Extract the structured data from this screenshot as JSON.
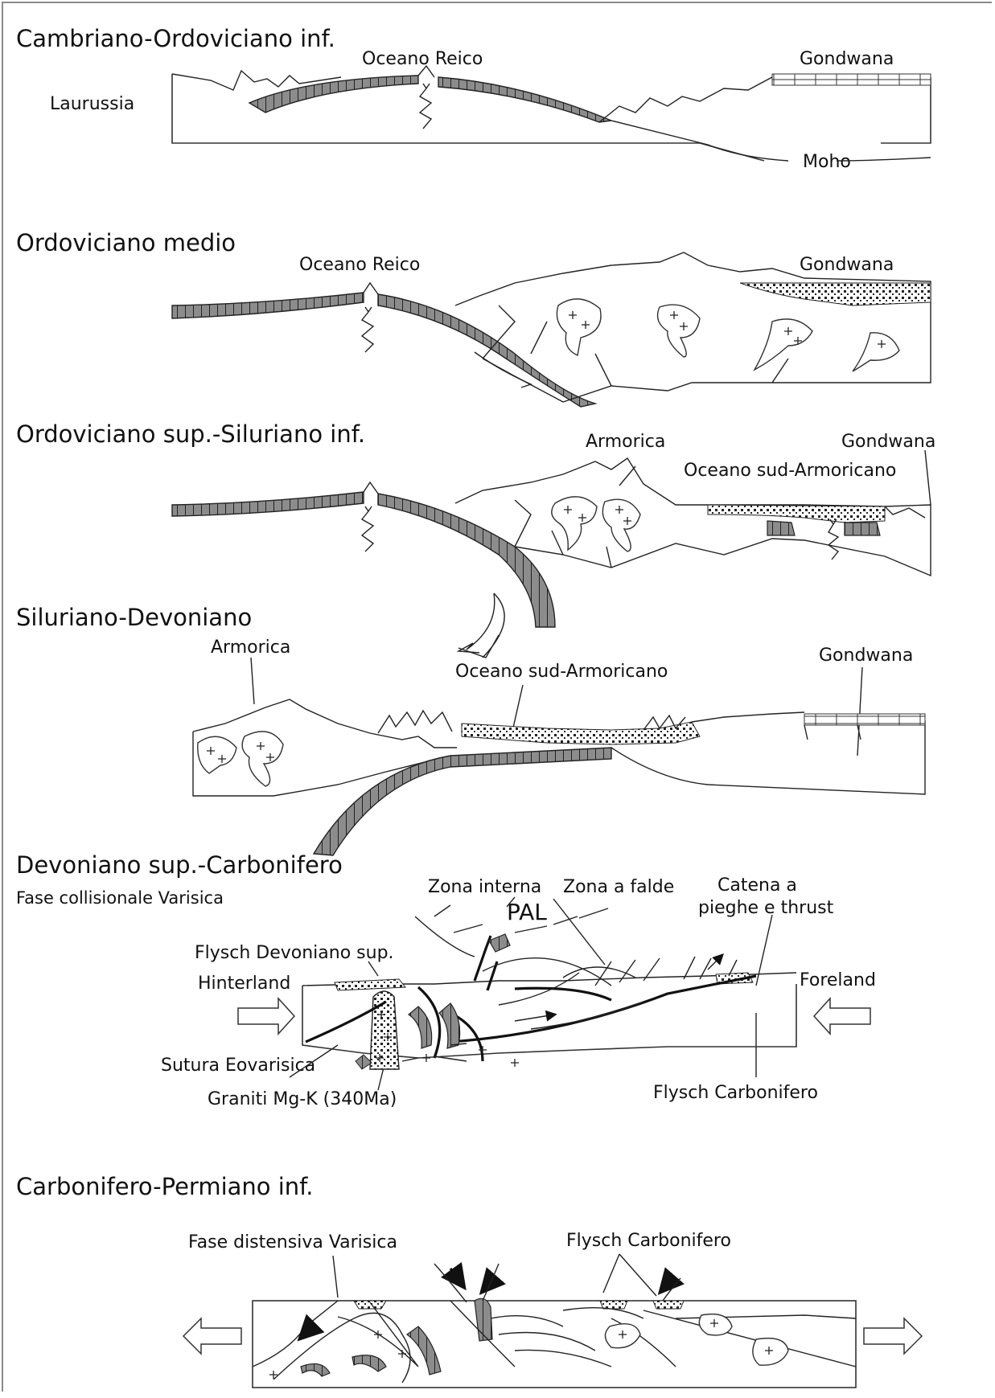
{
  "panels": [
    {
      "title": "Cambriano-Ordoviciano inf.",
      "labels": {
        "laurussia": "Laurussia",
        "oceano_reico": "Oceano Reico",
        "gondwana": "Gondwana",
        "moho": "Moho"
      }
    },
    {
      "title": "Ordoviciano medio",
      "labels": {
        "oceano_reico": "Oceano Reico",
        "gondwana": "Gondwana"
      }
    },
    {
      "title": "Ordoviciano sup.-Siluriano inf.",
      "labels": {
        "armorica": "Armorica",
        "gondwana": "Gondwana",
        "oceano_sud_armoricano": "Oceano sud-Armoricano"
      }
    },
    {
      "title": "Siluriano-Devoniano",
      "labels": {
        "armorica": "Armorica",
        "oceano_sud_armoricano": "Oceano sud-Armoricano",
        "gondwana": "Gondwana"
      }
    },
    {
      "title": "Devoniano sup.-Carbonifero",
      "subtitle": "Fase collisionale Varisica",
      "labels": {
        "zona_interna": "Zona interna",
        "pal": "PAL",
        "zona_a_falde": "Zona a falde",
        "catena_line1": "Catena a",
        "catena_line2": "pieghe e thrust",
        "flysch_devoniano": "Flysch Devoniano sup.",
        "hinterland": "Hinterland",
        "foreland": "Foreland",
        "sutura": "Sutura Eovarisica",
        "graniti": "Graniti Mg-K (340Ma)",
        "flysch_carbonifero": "Flysch Carbonifero"
      }
    },
    {
      "title": "Carbonifero-Permiano inf.",
      "labels": {
        "fase_distensiva": "Fase distensiva Varisica",
        "flysch_carbonifero": "Flysch Carbonifero"
      }
    }
  ],
  "colors": {
    "line": "#222222",
    "slab_fill": "#8c8c8c",
    "frame": "#8a8a8a"
  }
}
